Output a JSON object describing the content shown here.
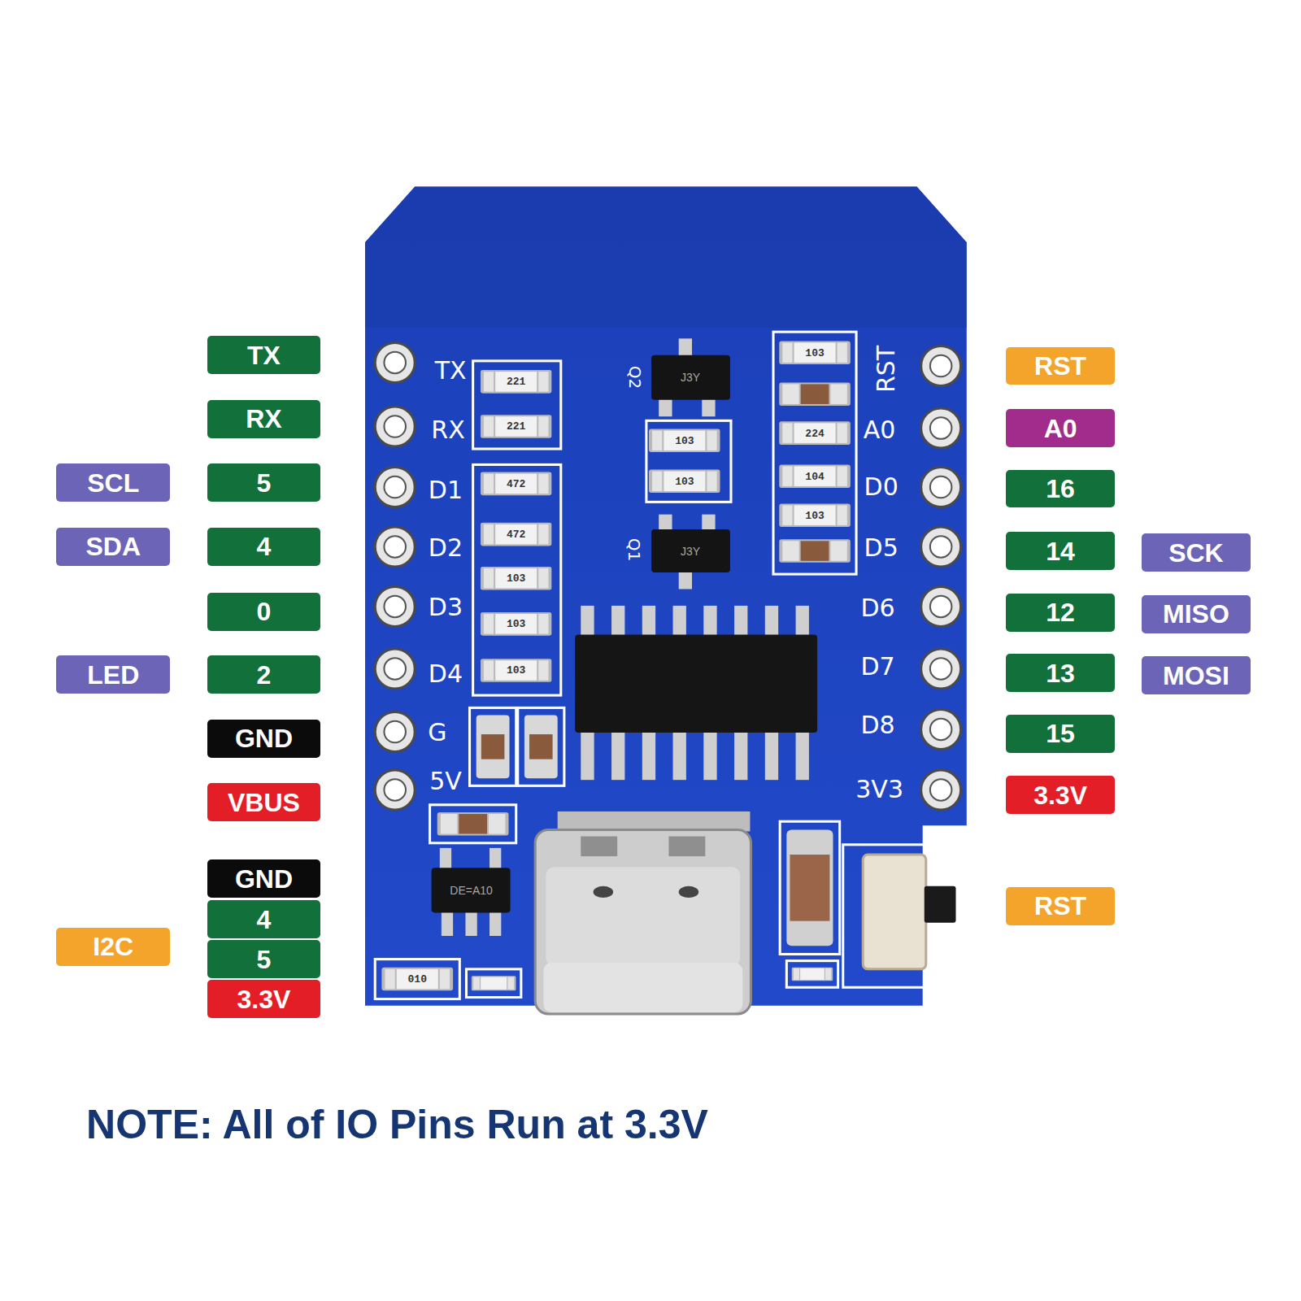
{
  "diagram": {
    "nodes": [
      {
        "text": [
          "TX"
        ]
      },
      {
        "text": [
          "RX"
        ]
      },
      {
        "text": [
          "SCL"
        ]
      },
      {
        "text": [
          "5"
        ]
      },
      {
        "text": [
          "SDA"
        ]
      },
      {
        "text": [
          "4"
        ]
      },
      {
        "text": [
          "0"
        ]
      },
      {
        "text": [
          "LED"
        ]
      },
      {
        "text": [
          "2"
        ]
      },
      {
        "text": [
          "GND"
        ]
      },
      {
        "text": [
          "VBUS"
        ]
      },
      {
        "text": [
          "GND"
        ]
      },
      {
        "text": [
          "I2C"
        ]
      },
      {
        "text": [
          "4"
        ]
      },
      {
        "text": [
          "5"
        ]
      },
      {
        "text": [
          "3.3V"
        ]
      },
      {
        "text": [
          "RST"
        ]
      },
      {
        "text": [
          "A0"
        ]
      },
      {
        "text": [
          "16"
        ]
      },
      {
        "text": [
          "14"
        ]
      },
      {
        "text": [
          "SCK"
        ]
      },
      {
        "text": [
          "12"
        ]
      },
      {
        "text": [
          "MISO"
        ]
      },
      {
        "text": [
          "13"
        ]
      },
      {
        "text": [
          "MOSI"
        ]
      },
      {
        "text": [
          "15"
        ]
      },
      {
        "text": [
          "3.3V"
        ]
      },
      {
        "text": [
          "RST"
        ]
      }
    ],
    "labels": [
      "TX",
      "RX",
      "D1",
      "D2",
      "D3",
      "D4",
      "G",
      "5V",
      "RST",
      "A0",
      "D0",
      "D5",
      "D6",
      "D7",
      "D8",
      "3V3",
      "221",
      "221",
      "472",
      "472",
      "103",
      "103",
      "103",
      "Q2",
      "J3Y",
      "103",
      "103",
      "Q1",
      "J3Y",
      "103",
      "224",
      "104",
      "103",
      "DE=A10",
      "010",
      "NOTE:",
      "All of IO Pins Run at 3.3V"
    ]
  }
}
